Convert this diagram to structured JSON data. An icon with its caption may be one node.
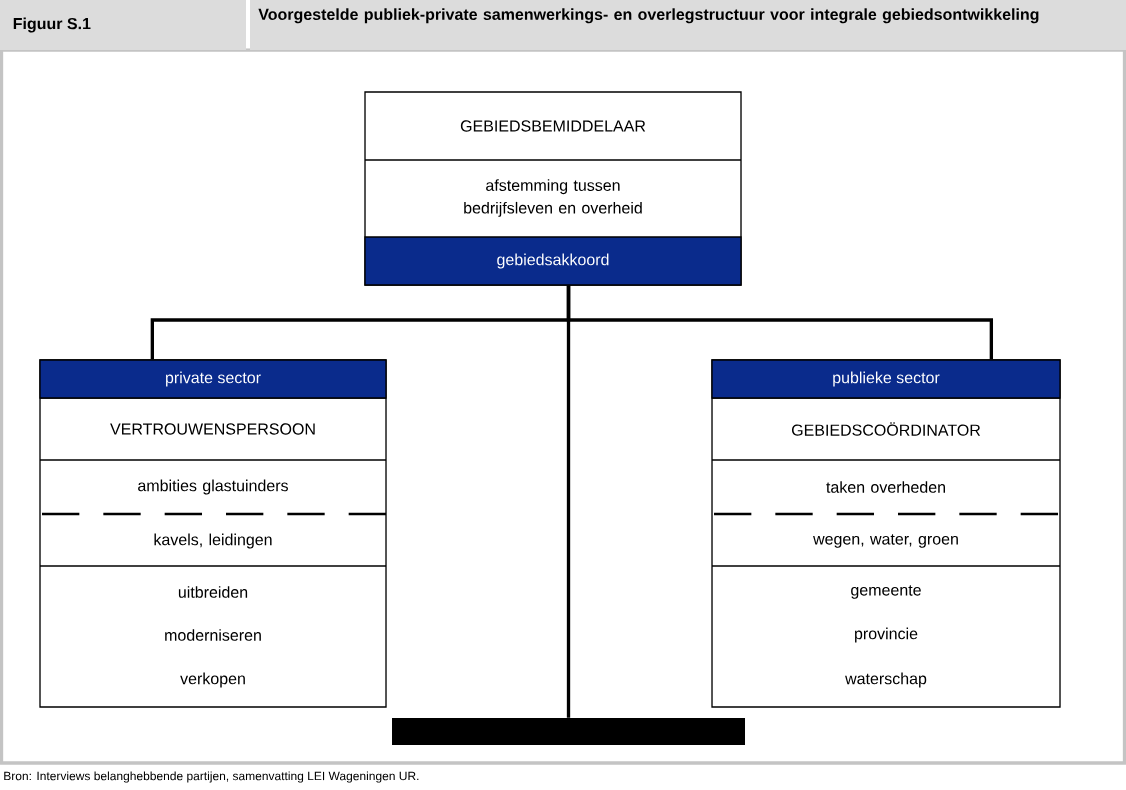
{
  "diagram": {
    "title": "Voorgestelde publiek-private samenwerkings- en overlegstructuur voor integrale gebiedsontwikkeling",
    "caption": "Bron: Interviews belanghebbende partijen, samenvatting LEI Wageningen UR.",
    "nodes": [
      {
        "text": [
          "GEBIEDSBEMIDDELAAR",
          "afstemming tussen bedrijfsleven en overheid",
          "gebiedsakkoord"
        ]
      },
      {
        "text": [
          "private sector",
          "VERTROUWENSPERSOON",
          "ambities glastuinders",
          "kavels, leidingen",
          "uitbreiden",
          "moderniseren",
          "verkopen"
        ]
      },
      {
        "text": [
          "publieke sector",
          "GEBIEDSCOÖRDINATOR",
          "taken overheden",
          "wegen, water, groen",
          "gemeente",
          "provincie",
          "waterschap"
        ]
      },
      {
        "text": [],
        "shape": "bar"
      }
    ],
    "edges": [
      {
        "from": 0,
        "to": 1,
        "arrow": "none"
      },
      {
        "from": 0,
        "to": 2,
        "arrow": "none"
      },
      {
        "from": 0,
        "to": 3,
        "arrow": "none"
      }
    ],
    "labels": [
      "Figuur S.1"
    ]
  }
}
